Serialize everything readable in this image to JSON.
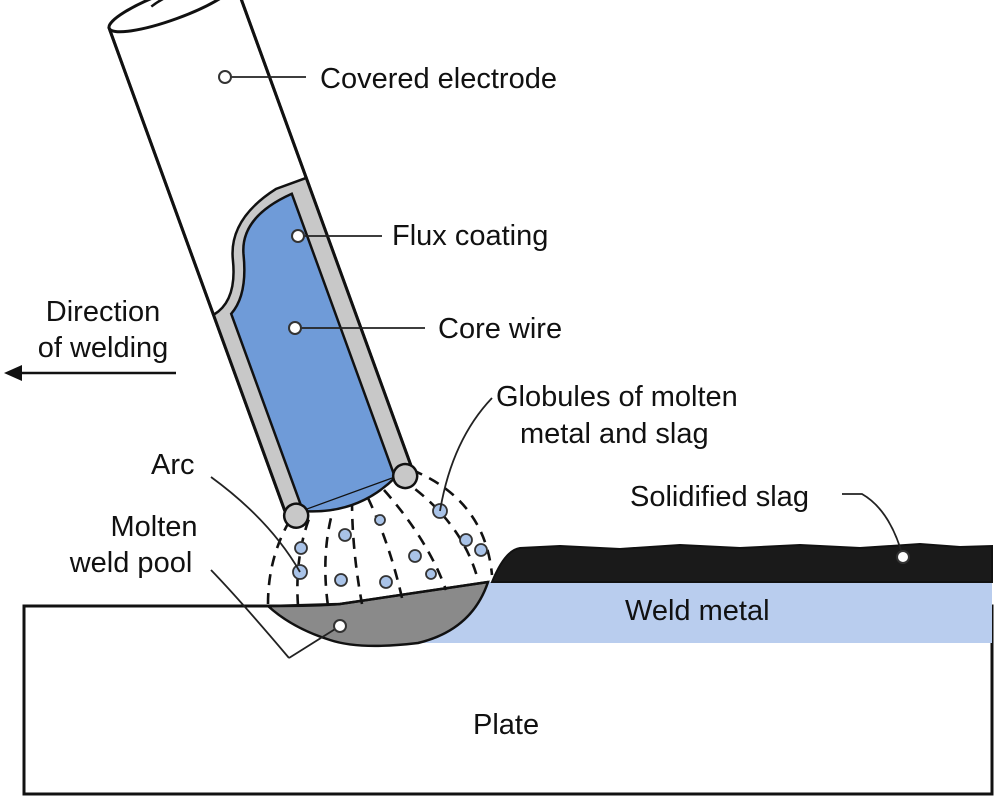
{
  "labels": {
    "covered_electrode": "Covered electrode",
    "flux_coating": "Flux coating",
    "core_wire": "Core wire",
    "direction_line1": "Direction",
    "direction_line2": "of welding",
    "globules_line1": "Globules of molten",
    "globules_line2": "metal and slag",
    "arc": "Arc",
    "molten_line1": "Molten",
    "molten_line2": "weld pool",
    "solidified_slag": "Solidified slag",
    "weld_metal": "Weld metal",
    "plate": "Plate"
  },
  "colors": {
    "core_wire": "#6f9bd8",
    "flux_coating": "#c8c8c8",
    "weld_metal": "#b9cdee",
    "slag": "#1a1a1a",
    "molten_pool": "#8a8a8a",
    "globules": "#a9c3e8",
    "outline": "#111111"
  }
}
